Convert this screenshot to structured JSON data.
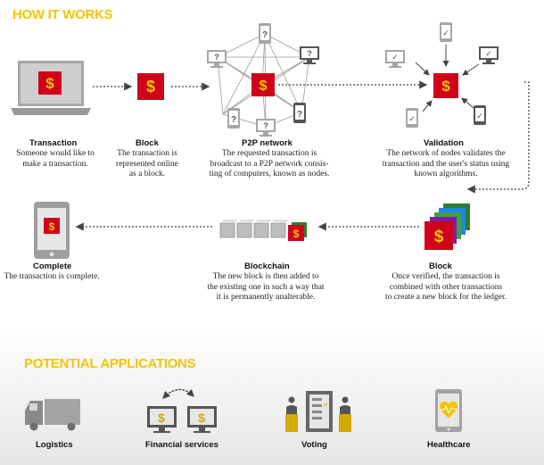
{
  "sections": {
    "how_it_works": "HOW IT WORKS",
    "potential_applications": "POTENTIAL APPLICATIONS"
  },
  "steps": [
    {
      "title": "Transaction",
      "desc": "Someone would like to\nmake a transaction."
    },
    {
      "title": "Block",
      "desc": "The transaction is\nrepresented online\nas a block."
    },
    {
      "title": "P2P network",
      "desc": "The requested transaction is\nbroadcast to a P2P network consis-\nting of computers, known as nodes."
    },
    {
      "title": "Validation",
      "desc": "The network of nodes validates the\ntransaction and the user's status using\nknown algorithms."
    },
    {
      "title": "Block",
      "desc": "Once verified, the transaction is\ncombined with other transactions\nto create a new block for the ledger."
    },
    {
      "title": "Blockchain",
      "desc": "The new block is then added to\nthe existing one in such a way that\nit is permanently unalterable."
    },
    {
      "title": "Complete",
      "desc": "The transaction is complete."
    }
  ],
  "applications": [
    "Logistics",
    "Financial services",
    "Voting",
    "Healthcare"
  ],
  "symbols": {
    "currency": "$",
    "unknown": "?",
    "check": "✓"
  },
  "colors": {
    "accent": "#f2c500",
    "block_red": "#d0021b",
    "node_gray": "#a6a6a6",
    "arrow": "#444444"
  }
}
